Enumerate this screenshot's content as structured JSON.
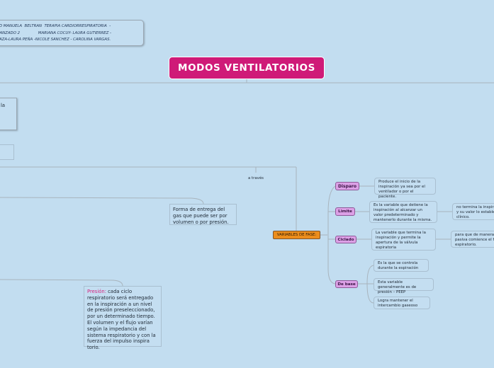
{
  "title": "MODOS  VENTILATORIOS",
  "authors": [
    "DAD MANUELA  BELTRAN  TERAPIA CARDIORRESPIRATORIA  -",
    " AVANZADO 2               MARIANA COCUY- LAURA GUTIERREZ -",
    "ORAZA-LAURA PEÑA -NICOLE SANCHEZ - CAROLINA VARGAS."
  ],
  "left_box_fragment": "la",
  "connector_label": "a través",
  "forma_note": "Forma de entrega del gas que puede ser por volumen o por presión.",
  "presion_note": {
    "label": "Presión:",
    "text": " cada ciclo respiratorio será entregado en la inspiración a un nivel de presión preseleccionado, por un determinado tiempo. El volumen y el flujo varían según la impedancia del sistema respiratorio y con la fuerza del impulso inspira torio."
  },
  "variables": {
    "label": "VARIABLES DE FASE:",
    "items": [
      {
        "label": "Disparo",
        "desc": "Produce el inicio de la inspiración ya sea por el ventilador o por el paciente."
      },
      {
        "label": "Limite",
        "desc": "Es la variable que detiene la inspiración al alcanzar un valor predeterminado y mantenerlo durante la misma.",
        "extra": "no termina la inspira y su valor lo establec clínico."
      },
      {
        "label": "Ciclado",
        "desc": "La variable que termina la inspiración y permite la apertura de la válvula espiratoria",
        "extra": "para que de manera pasiva comience el fl espiratorio."
      },
      {
        "label": "De base",
        "subs": [
          "Es la que se controla durante la espiración",
          "Esta variable generalmente es de presión – PEEP",
          "Logra mantener el intercambio gaseoso"
        ]
      }
    ]
  },
  "colors": {
    "background": "#c2ddf0",
    "title": "#cf1a78",
    "variables": "#ec8d1c",
    "pill": "#dca0e6"
  }
}
